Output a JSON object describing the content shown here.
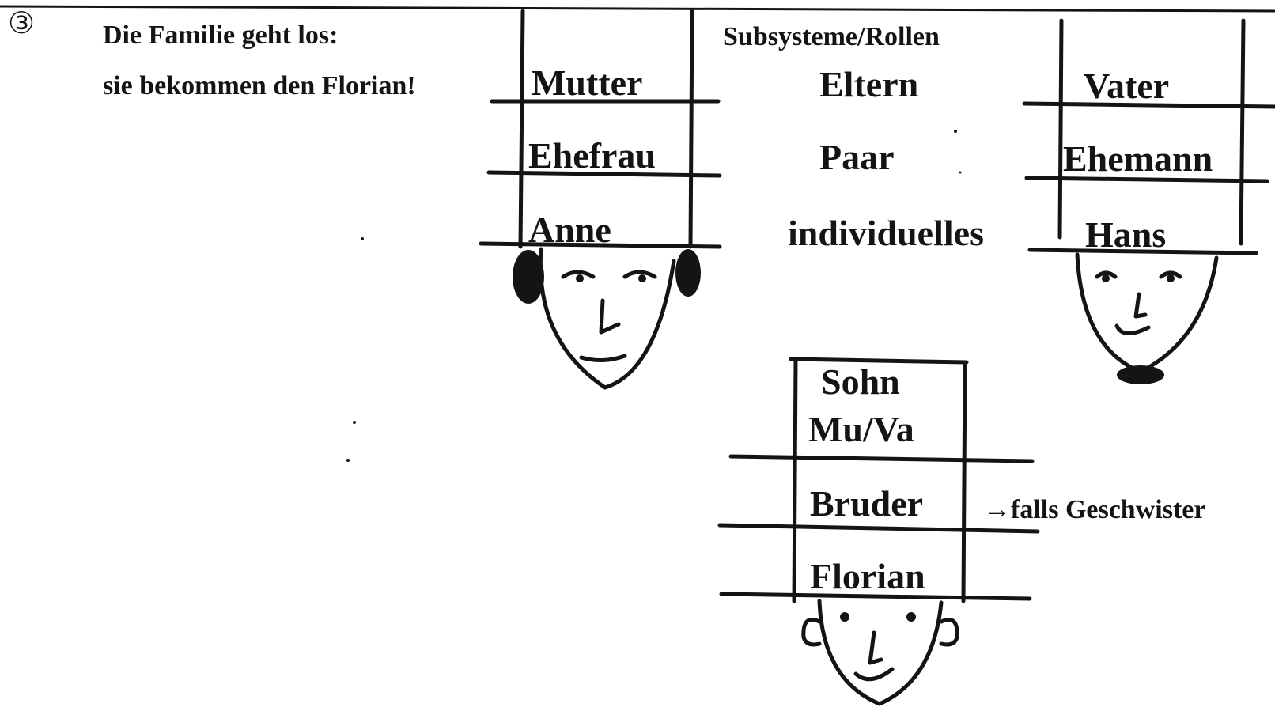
{
  "step_number": "③",
  "heading": {
    "line1": "Die Familie geht los:",
    "line2": "sie bekommen den Florian!"
  },
  "subsystems": {
    "header": "Subsysteme/Rollen",
    "items": [
      "Eltern",
      "Paar",
      "individuelles"
    ]
  },
  "mother": {
    "roles": [
      "Mutter",
      "Ehefrau",
      "Anne"
    ]
  },
  "father": {
    "roles": [
      "Vater",
      "Ehemann",
      "Hans"
    ]
  },
  "child": {
    "roles": [
      "Sohn",
      "Mu/Va",
      "Bruder",
      "Florian"
    ],
    "note": "→falls Geschwister"
  }
}
